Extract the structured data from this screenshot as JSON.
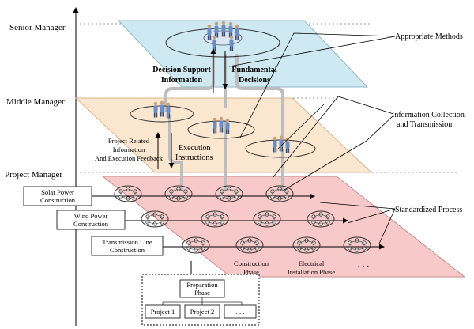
{
  "levels": {
    "senior": "Senior Manager",
    "middle": "Middle Manager",
    "project": "Project Manager"
  },
  "senior_plane": {
    "decision_support_line1": "Decision Support",
    "decision_support_line2": "Information",
    "fundamental_line1": "Fundamental",
    "fundamental_line2": "Decisions"
  },
  "middle_plane": {
    "feedback_line1": "Project Related",
    "feedback_line2": "Information",
    "feedback_line3": "And Execution Feedback",
    "execution_line1": "Execution",
    "execution_line2": "Instructions"
  },
  "callouts": {
    "methods": "Appropriate Methods",
    "info_line1": "Information Collection",
    "info_line2": "and Transmission",
    "process": "Standardized Process"
  },
  "project_rows": {
    "solar_line1": "Solar Power",
    "solar_line2": "Construction",
    "wind_line1": "Wind Power",
    "wind_line2": "Construction",
    "trans_line1": "Transmission Line",
    "trans_line2": "Construction"
  },
  "phases": {
    "construction_line1": "Construction",
    "construction_line2": "Phase",
    "electrical_line1": "Electrical",
    "electrical_line2": "Installation Phase",
    "more": "· · ·"
  },
  "preparation": {
    "title_line1": "Preparation",
    "title_line2": "Phase",
    "project1": "Project 1",
    "project2": "Project 2",
    "more": ". . ."
  },
  "colors": {
    "senior_fill": "#cfe9f2",
    "middle_fill": "#fbe6cf",
    "project_fill": "#f8c9c9",
    "connector": "#bdbdbd",
    "line": "#000000"
  }
}
